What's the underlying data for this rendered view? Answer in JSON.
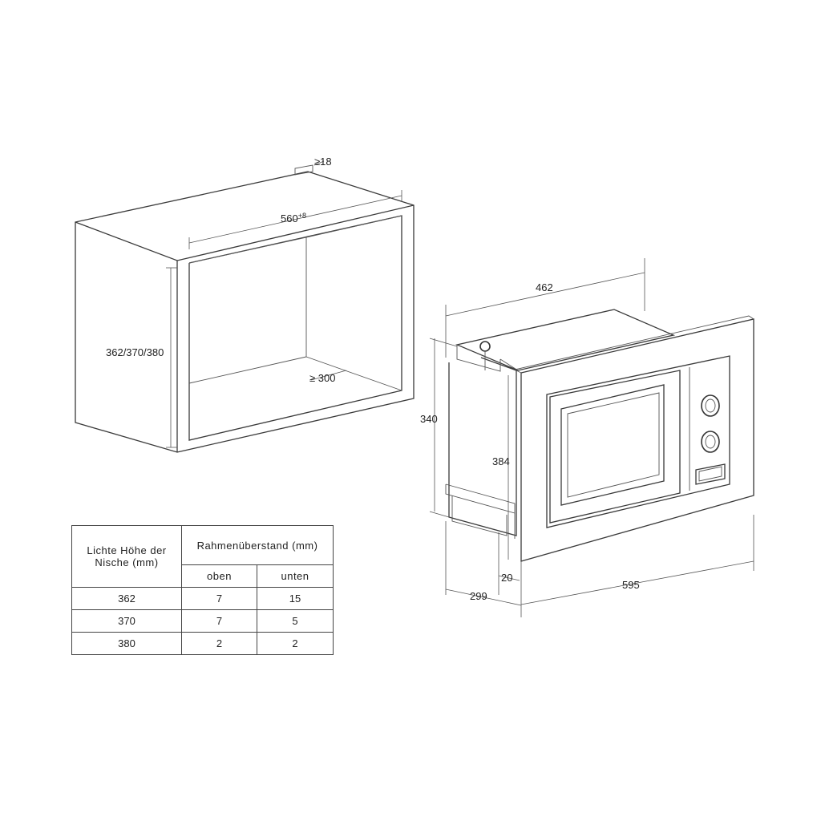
{
  "niche": {
    "depth_label": "≥18",
    "width_label": "560",
    "width_tolerance": "+8",
    "height_label": "362/370/380",
    "inner_depth_label": "≥ 300"
  },
  "oven": {
    "depth_label": "462",
    "body_height_label": "340",
    "frame_height_label": "384",
    "side_depth_label": "299",
    "frame_offset_label": "20",
    "frame_width_label": "595"
  },
  "table": {
    "col1_header": "Lichte Höhe der Nische (mm)",
    "col2_header": "Rahmenüberstand (mm)",
    "sub_top": "oben",
    "sub_bottom": "unten",
    "rows": [
      {
        "height": "362",
        "top": "7",
        "bottom": "15"
      },
      {
        "height": "370",
        "top": "7",
        "bottom": "5"
      },
      {
        "height": "380",
        "top": "2",
        "bottom": "2"
      }
    ]
  }
}
